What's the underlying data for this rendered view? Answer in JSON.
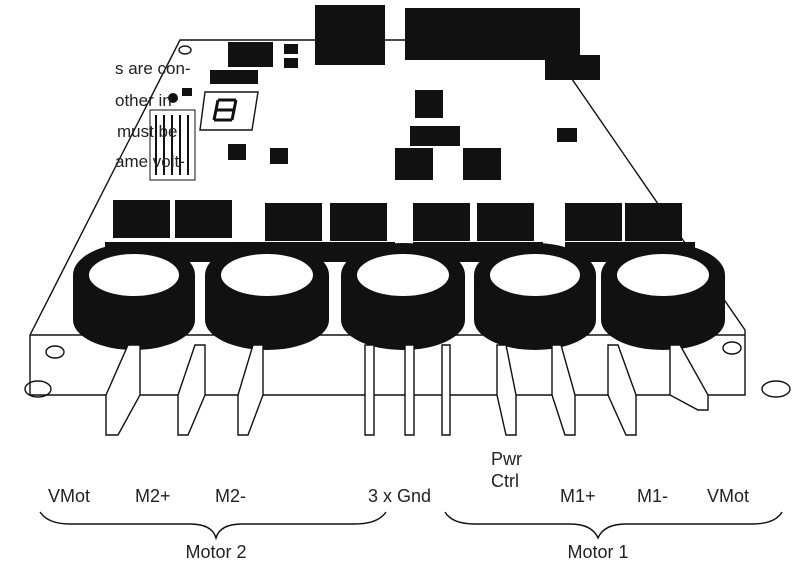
{
  "note": {
    "lines": [
      "s are con-",
      " other in",
      "must be",
      "ame volt-"
    ]
  },
  "terminals": {
    "vmot_left": "VMot",
    "m2_plus": "M2+",
    "m2_minus": "M2-",
    "gnd": "3 x Gnd",
    "pwr": "Pwr",
    "ctrl": "Ctrl",
    "m1_plus": "M1+",
    "m1_minus": "M1-",
    "vmot_right": "VMot"
  },
  "groups": {
    "motor2": "Motor 2",
    "motor1": "Motor 1"
  }
}
